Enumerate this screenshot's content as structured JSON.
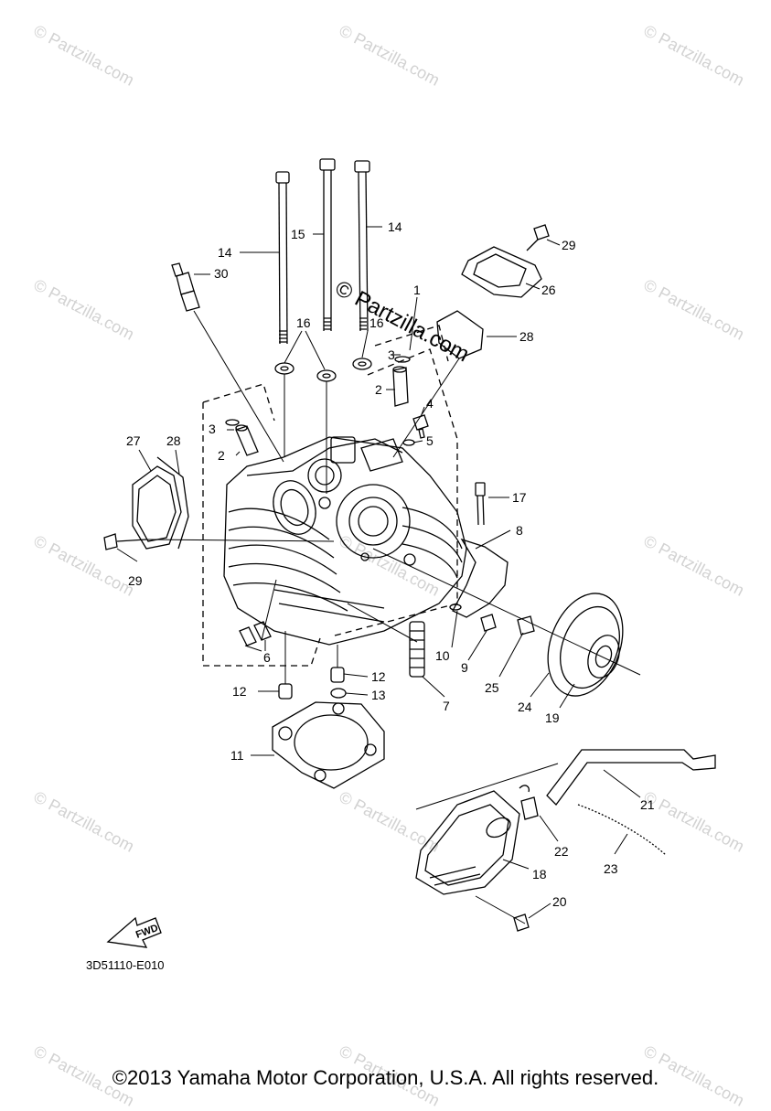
{
  "watermark": "© Partzilla.com",
  "diagram_code": "3D51110-E010",
  "fwd_label": "FWD",
  "copyright": "©2013 Yamaha Motor Corporation, U.S.A. All rights reserved.",
  "callouts": [
    "1",
    "2",
    "2",
    "3",
    "3",
    "4",
    "5",
    "6",
    "7",
    "8",
    "9",
    "10",
    "11",
    "12",
    "12",
    "13",
    "14",
    "14",
    "15",
    "16",
    "16",
    "17",
    "18",
    "19",
    "20",
    "21",
    "22",
    "23",
    "24",
    "25",
    "26",
    "27",
    "28",
    "28",
    "29",
    "29",
    "30"
  ]
}
